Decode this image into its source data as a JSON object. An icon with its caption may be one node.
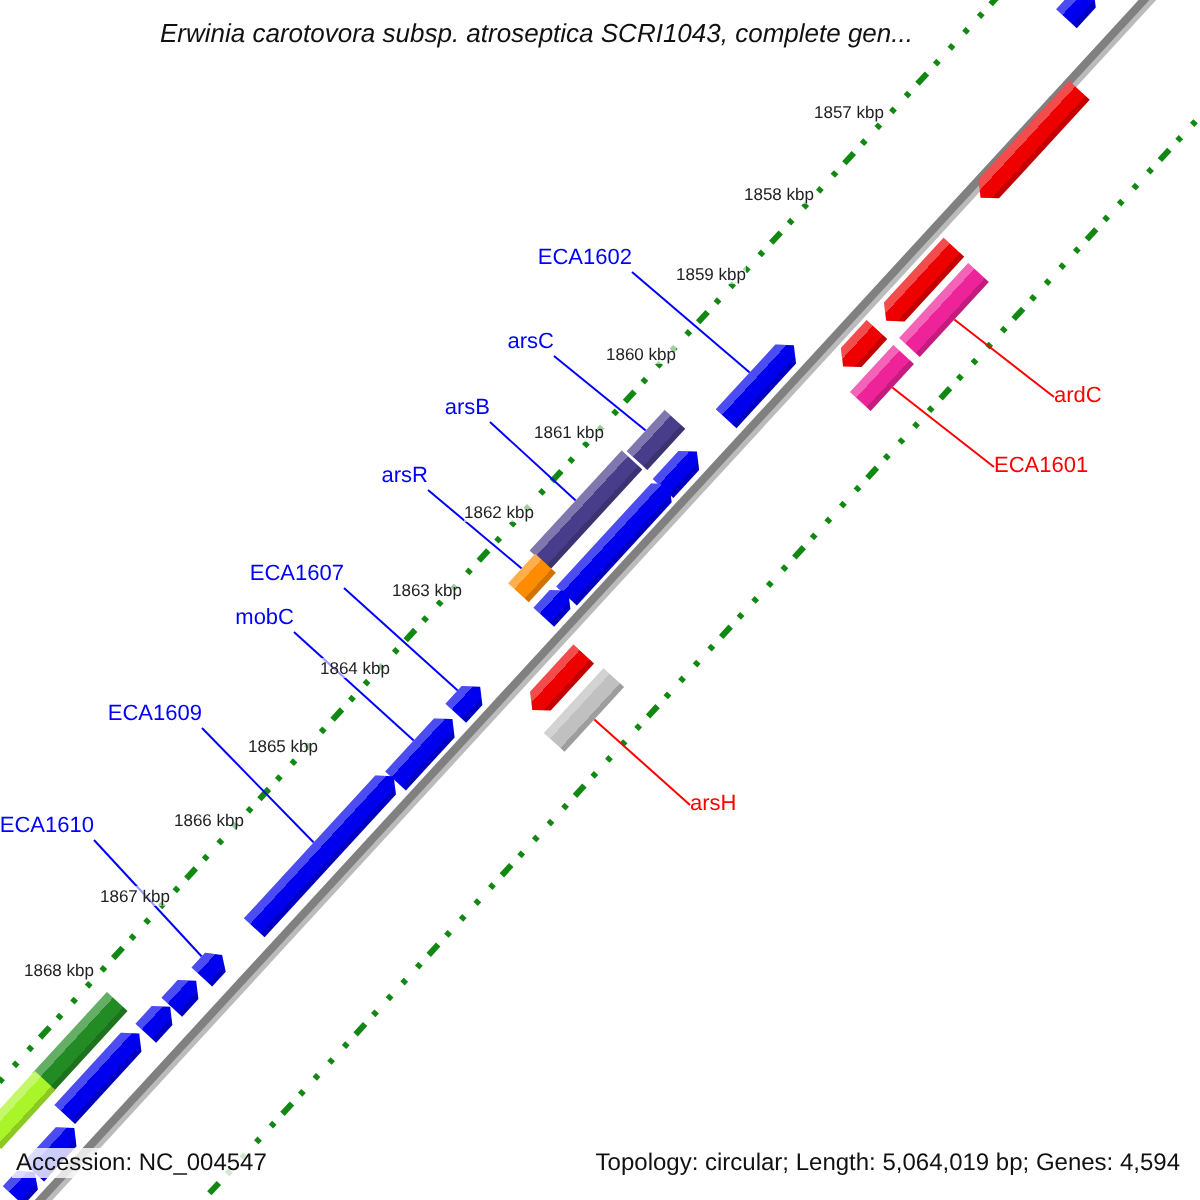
{
  "diagram": {
    "title": "Erwinia carotovora subsp. atroseptica SCRI1043, complete gen...",
    "nodes": [
      {
        "text": [
          "ECA1602"
        ]
      },
      {
        "text": [
          "arsC"
        ]
      },
      {
        "text": [
          "arsB"
        ]
      },
      {
        "text": [
          "arsR"
        ]
      },
      {
        "text": [
          "ECA1607"
        ]
      },
      {
        "text": [
          "mobC"
        ]
      },
      {
        "text": [
          "ECA1609"
        ]
      },
      {
        "text": [
          "ECA1610"
        ]
      },
      {
        "text": [
          "ardC"
        ]
      },
      {
        "text": [
          "ECA1601"
        ]
      },
      {
        "text": [
          "arsH"
        ]
      },
      {
        "text": [],
        "shape": "bar"
      },
      {
        "text": [],
        "shape": "bar"
      },
      {
        "text": [],
        "shape": "bar"
      },
      {
        "text": [],
        "shape": "bar"
      },
      {
        "text": [],
        "shape": "bar"
      },
      {
        "text": [],
        "shape": "bar"
      },
      {
        "text": [],
        "shape": "bar"
      },
      {
        "text": [],
        "shape": "bar"
      },
      {
        "text": [],
        "shape": "bar"
      },
      {
        "text": [],
        "shape": "bar"
      },
      {
        "text": [],
        "shape": "bar"
      },
      {
        "text": [],
        "shape": "bar"
      },
      {
        "text": [],
        "shape": "bar"
      },
      {
        "text": [],
        "shape": "bar"
      },
      {
        "text": [],
        "shape": "bar"
      },
      {
        "text": [],
        "shape": "bar"
      },
      {
        "text": [],
        "shape": "bar"
      },
      {
        "text": [],
        "shape": "bar"
      },
      {
        "text": [],
        "shape": "bar"
      },
      {
        "text": [],
        "shape": "bar"
      },
      {
        "text": [],
        "shape": "bar"
      },
      {
        "text": [],
        "shape": "bar"
      },
      {
        "text": [],
        "shape": "bar"
      },
      {
        "text": [],
        "shape": "bar"
      },
      {
        "text": [],
        "shape": "bar"
      },
      {
        "text": [],
        "shape": "bar"
      }
    ],
    "edges": [
      {
        "from": 0,
        "to": 17,
        "arrow": "none"
      },
      {
        "from": 1,
        "to": 18,
        "arrow": "none"
      },
      {
        "from": 2,
        "to": 19,
        "arrow": "none"
      },
      {
        "from": 3,
        "to": 22,
        "arrow": "none"
      },
      {
        "from": 4,
        "to": 26,
        "arrow": "none"
      },
      {
        "from": 5,
        "to": 27,
        "arrow": "none"
      },
      {
        "from": 6,
        "to": 28,
        "arrow": "none"
      },
      {
        "from": 7,
        "to": 29,
        "arrow": "none"
      },
      {
        "from": 8,
        "to": 14,
        "arrow": "none",
        "color": "#ff0000"
      },
      {
        "from": 9,
        "to": 16,
        "arrow": "none",
        "color": "#ff0000"
      },
      {
        "from": 10,
        "to": 25,
        "arrow": "none",
        "color": "#ff0000"
      }
    ],
    "labels": [
      "1857 kbp",
      "1858 kbp",
      "1859 kbp",
      "1860 kbp",
      "1861 kbp",
      "1862 kbp",
      "1863 kbp",
      "1864 kbp",
      "1865 kbp",
      "1866 kbp",
      "1867 kbp",
      "1868 kbp",
      "Accession: NC_004547",
      "Topology: circular; Length: 5,064,019 bp; Genes: 4,594"
    ]
  }
}
